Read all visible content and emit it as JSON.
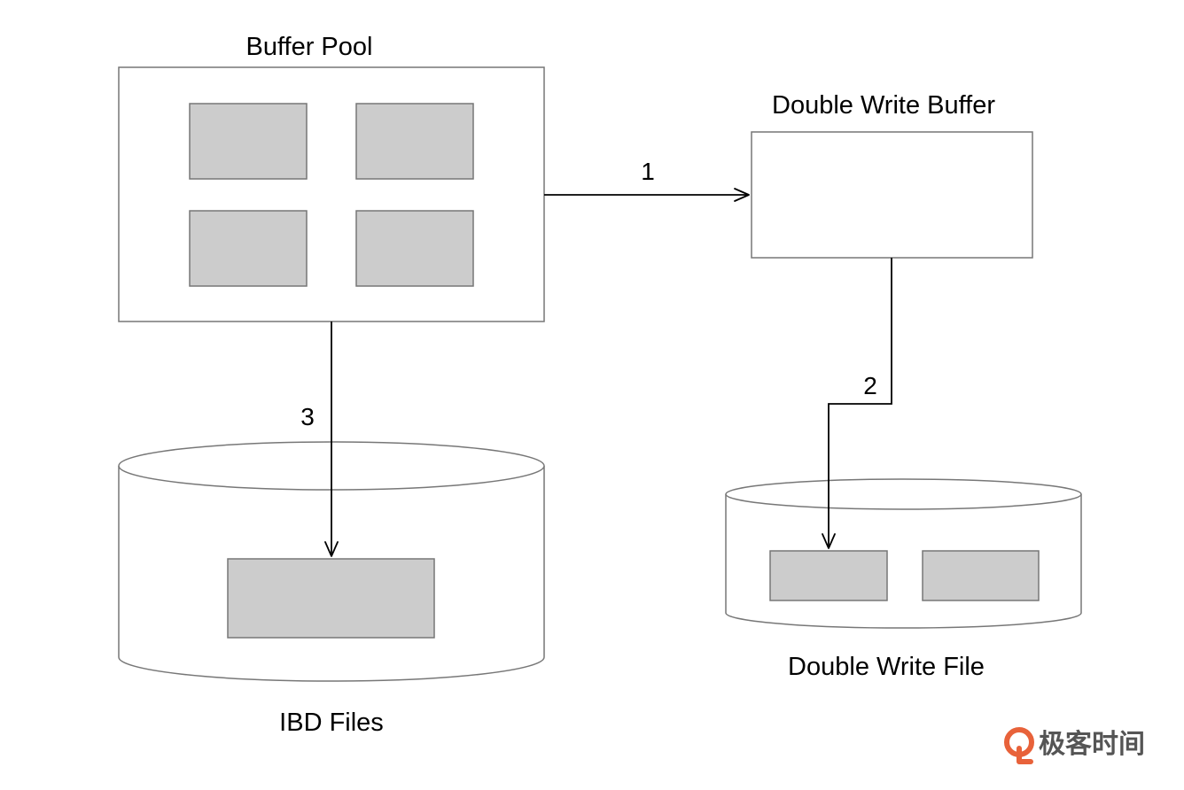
{
  "diagram": {
    "buffer_pool": {
      "label": "Buffer Pool"
    },
    "double_write_buffer": {
      "label": "Double Write Buffer"
    },
    "ibd_files": {
      "label": "IBD Files"
    },
    "double_write_file": {
      "label": "Double Write File"
    },
    "steps": {
      "one": "1",
      "two": "2",
      "three": "3"
    }
  },
  "watermark": {
    "text": "极客时间",
    "color": "#555555",
    "logo_color": "#e8623a"
  },
  "colors": {
    "page_fill": "#cccccc",
    "border": "#777777",
    "arrow": "#000000"
  }
}
